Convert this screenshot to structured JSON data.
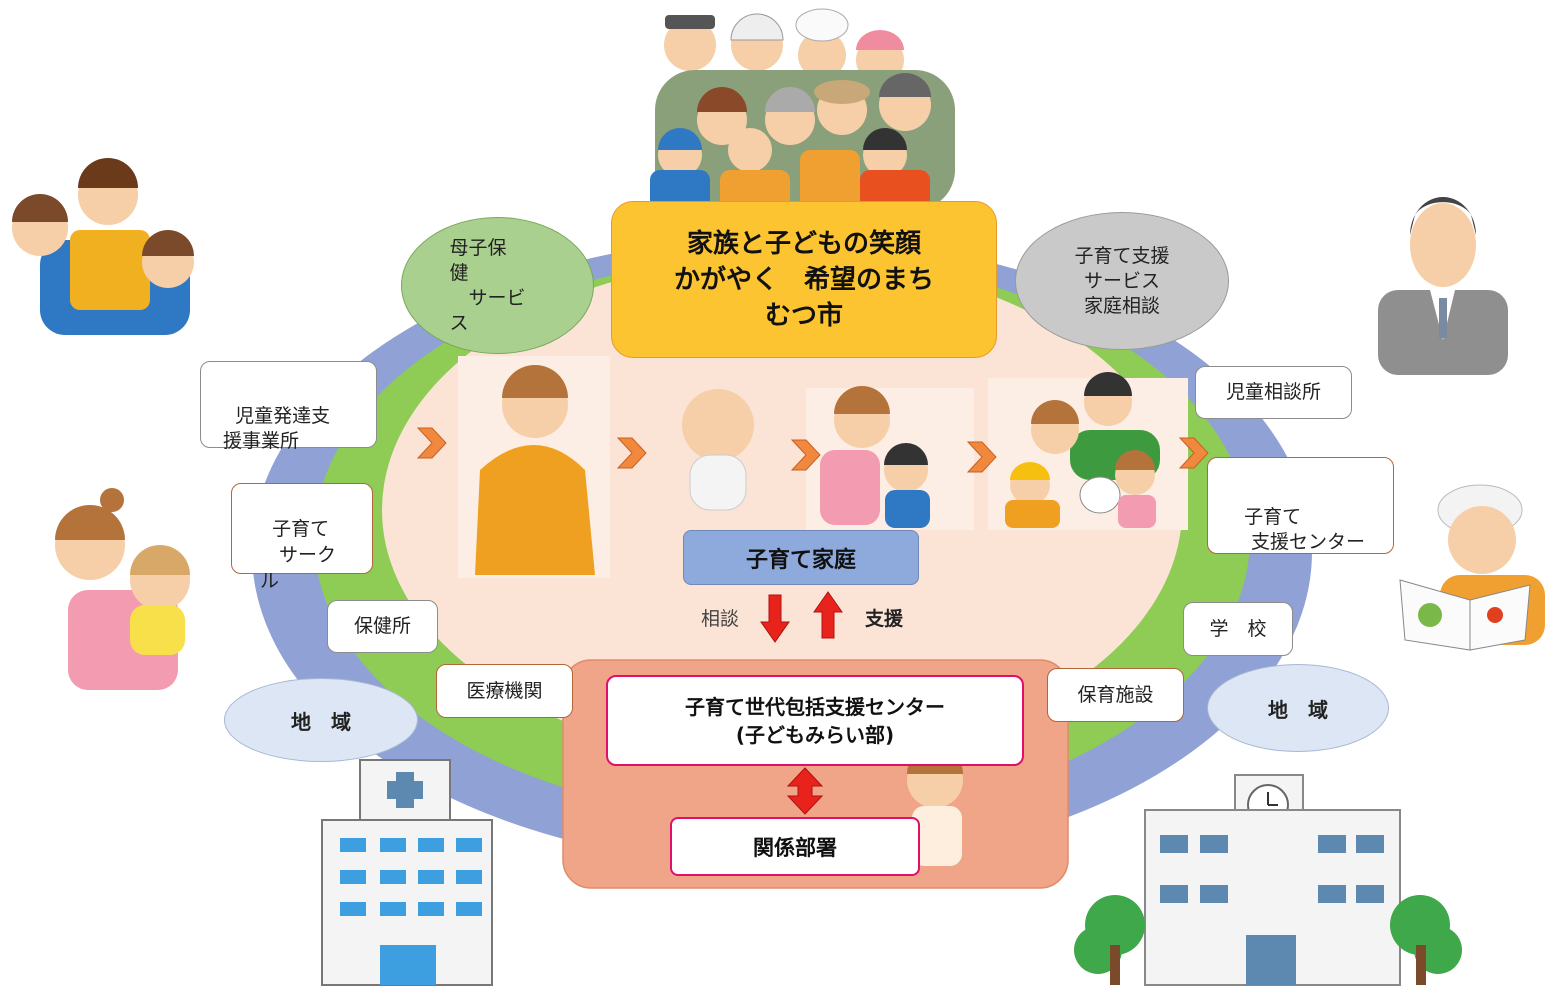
{
  "title": {
    "line1": "家族と子どもの笑顔",
    "line2": "かがやく　希望のまち",
    "line3": "むつ市"
  },
  "bubbles": {
    "boshi": "母子保\n健\n　サービ\nス",
    "kosodate_shien": "子育て支援\nサービス\n家庭相談",
    "chiiki_left": "地　域",
    "chiiki_right": "地　域"
  },
  "org_boxes": {
    "jido_hattatsu": "児童発達支\n援事業所",
    "kosodate_circle": "子育て\n　サーク\nル",
    "hokenjo": "保健所",
    "iryo": "医療機関",
    "jido_sodanjo": "児童相談所",
    "kosodate_center": "子育て\n　支援センター",
    "gakko": "学　校",
    "hoiku": "保育施設"
  },
  "family": {
    "label": "子育て家庭"
  },
  "flow": {
    "sodan": "相談",
    "shien": "支援"
  },
  "center": {
    "line1": "子育て世代包括支援センター",
    "line2": "(子どもみらい部)",
    "related": "関係部署"
  },
  "colors": {
    "outer_ring": "#8fa1d5",
    "green_ring": "#8fcc55",
    "inner": "#fbe4d6",
    "title_box": "#fcc431",
    "center_panel": "#f0a488",
    "family_box": "#8ea9db",
    "green_bubble": "#a9d08e",
    "grey_bubble": "#c9c9c9",
    "chiiki_bubble": "#dce6f4",
    "arrow_orange": "#f0883e",
    "arrow_red": "#e8231b",
    "magenta_border": "#e0106a"
  },
  "icons": [
    "hospital-icon",
    "school-icon",
    "family-crowd-icon",
    "businessman-icon",
    "cook-icon",
    "mother-baby-icon",
    "father-kids-icon",
    "pregnant-woman-icon",
    "baby-icon",
    "mother-child-icon",
    "family-dog-icon",
    "staff-woman-icon"
  ]
}
